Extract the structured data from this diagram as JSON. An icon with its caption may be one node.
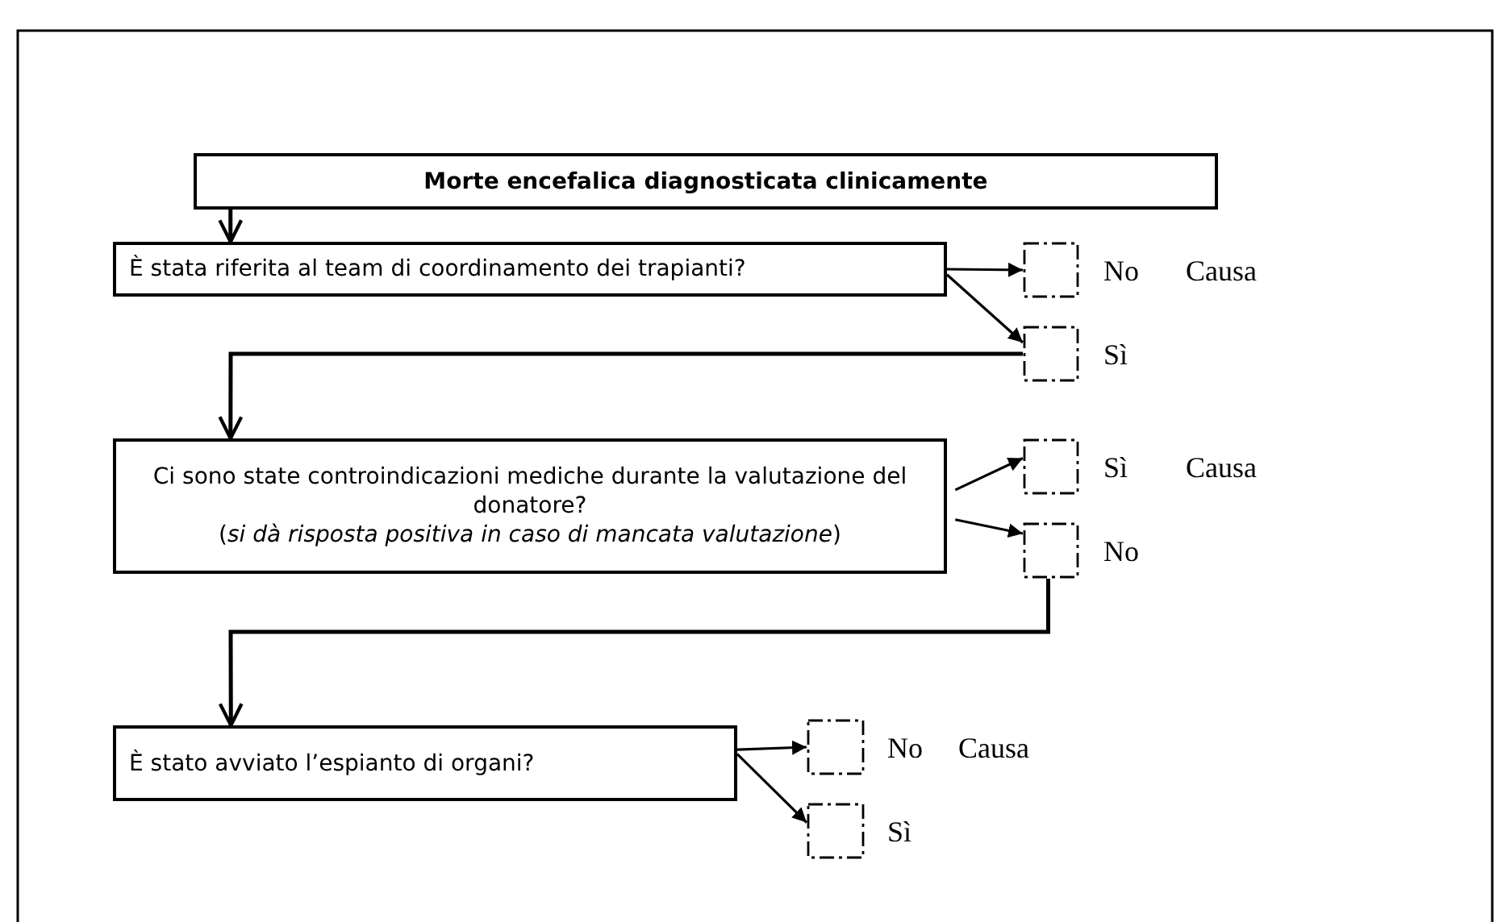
{
  "diagram": {
    "nodes": [
      {
        "text": [
          "Morte encefalica diagnosticata clinicamente"
        ]
      },
      {
        "text": [
          "È stata riferita al team di coordinamento dei trapianti?"
        ]
      },
      {
        "text": [],
        "shape": "box",
        "beside": [
          "No",
          "Causa"
        ]
      },
      {
        "text": [],
        "shape": "box",
        "beside": [
          "Sì"
        ]
      },
      {
        "text": [
          "Ci sono state controindicazioni mediche durante la valutazione del donatore?",
          "(*si dà risposta positiva in caso di mancata valutazione*)"
        ]
      },
      {
        "text": [],
        "shape": "box",
        "beside": [
          "Sì",
          "Causa"
        ]
      },
      {
        "text": [],
        "shape": "box",
        "beside": [
          "No"
        ]
      },
      {
        "text": [
          "È stato avviato l’espianto di organi?"
        ]
      },
      {
        "text": [],
        "shape": "box",
        "beside": [
          "No",
          "Causa"
        ]
      },
      {
        "text": [],
        "shape": "box",
        "beside": [
          "Sì"
        ]
      }
    ],
    "edges": [
      {
        "from": 0,
        "to": 1,
        "arrow": "to"
      },
      {
        "from": 1,
        "to": 2,
        "arrow": "to"
      },
      {
        "from": 1,
        "to": 3,
        "arrow": "to"
      },
      {
        "from": 3,
        "to": 4,
        "arrow": "to"
      },
      {
        "from": 4,
        "to": 5,
        "arrow": "to"
      },
      {
        "from": 4,
        "to": 6,
        "arrow": "to"
      },
      {
        "from": 6,
        "to": 7,
        "arrow": "to"
      },
      {
        "from": 7,
        "to": 8,
        "arrow": "to"
      },
      {
        "from": 7,
        "to": 9,
        "arrow": "to"
      }
    ]
  }
}
